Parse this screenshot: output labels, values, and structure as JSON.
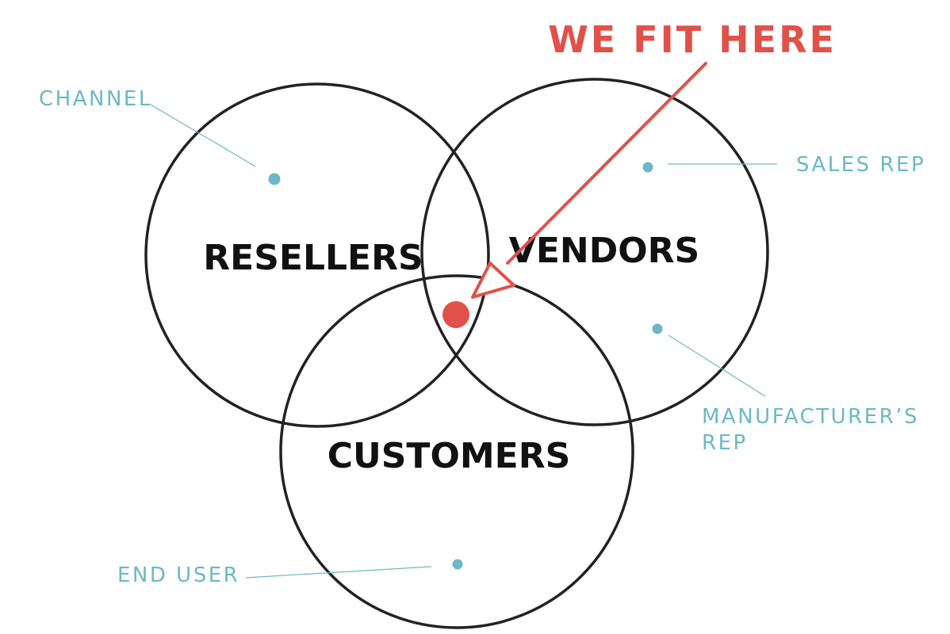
{
  "headline": "WE FIT HERE",
  "circles": {
    "resellers": "RESELLERS",
    "vendors": "VENDORS",
    "customers": "CUSTOMERS"
  },
  "callouts": {
    "channel": "CHANNEL",
    "sales_rep": "SALES REP",
    "manufacturers_rep_line1": "MANUFACTURER’S",
    "manufacturers_rep_line2": "REP",
    "end_user": "END USER"
  },
  "colors": {
    "accent": "#e0514a",
    "callout": "#6bb8c7",
    "outline": "#222222",
    "text": "#111111"
  }
}
